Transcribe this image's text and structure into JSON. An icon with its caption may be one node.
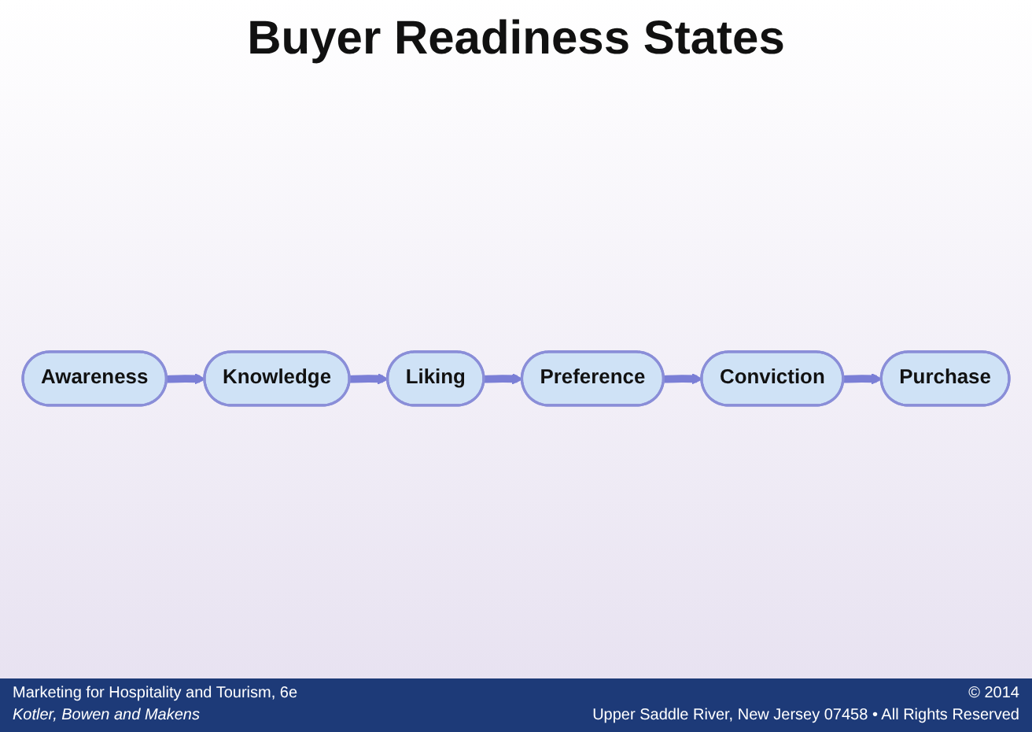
{
  "diagram": {
    "title": "Buyer Readiness States",
    "nodes": [
      {
        "text": [
          "Awareness"
        ]
      },
      {
        "text": [
          "Knowledge"
        ]
      },
      {
        "text": [
          "Liking"
        ]
      },
      {
        "text": [
          "Preference"
        ]
      },
      {
        "text": [
          "Conviction"
        ]
      },
      {
        "text": [
          "Purchase"
        ]
      }
    ],
    "edges": [
      {
        "from": 0,
        "to": 1,
        "arrow": "to"
      },
      {
        "from": 1,
        "to": 2,
        "arrow": "to"
      },
      {
        "from": 2,
        "to": 3,
        "arrow": "to"
      },
      {
        "from": 3,
        "to": 4,
        "arrow": "to"
      },
      {
        "from": 4,
        "to": 5,
        "arrow": "to"
      }
    ],
    "labels": [
      "Marketing for Hospitality and Tourism, 6e",
      "© 2014",
      "Kotler, Bowen and Makens",
      "Upper Saddle River, New Jersey 07458 • All Rights Reserved"
    ]
  }
}
